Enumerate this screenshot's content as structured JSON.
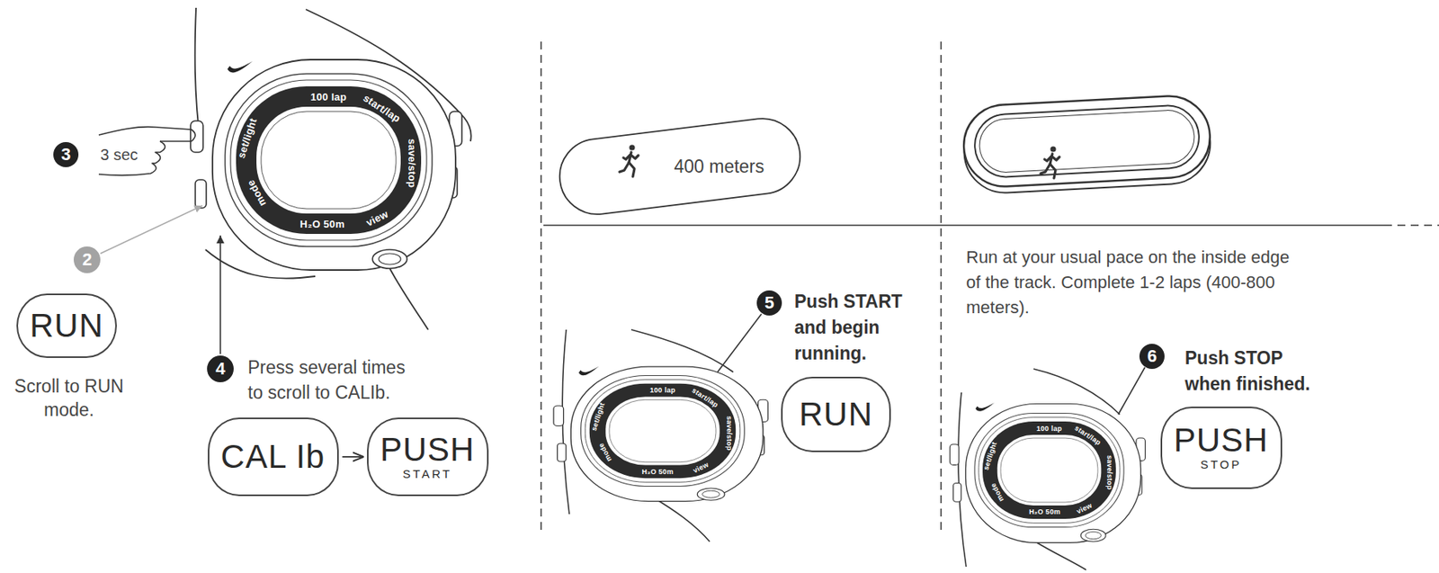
{
  "diagram": {
    "nodes": [
      {
        "text": [
          "3"
        ]
      },
      {
        "text": [
          "2"
        ]
      },
      {
        "text": [
          "RUN"
        ]
      },
      {
        "text": [
          "4"
        ]
      },
      {
        "text": [
          "CAL Ib"
        ]
      },
      {
        "text": [
          "PUSH",
          "START"
        ]
      },
      {
        "text": [
          "400 meters"
        ]
      },
      {
        "text": [
          "5"
        ]
      },
      {
        "text": [
          "RUN"
        ]
      },
      {
        "text": [
          "6"
        ]
      },
      {
        "text": [
          "PUSH",
          "STOP"
        ]
      }
    ],
    "edges": [
      {
        "from": 4,
        "to": 5,
        "arrow": "to"
      }
    ],
    "labels": [
      "3 sec",
      "Scroll to RUN mode.",
      "Press several times to scroll to CALIb.",
      "Push START and begin running.",
      "Run at your usual pace on the inside edge of the track. Complete 1-2 laps (400-800 meters).",
      "Push STOP when finished.",
      "100 lap",
      "start/lap",
      "save/stop",
      "view",
      "H₂O 50m",
      "mode",
      "set/light",
      "100 lap",
      "start/lap",
      "save/stop",
      "view",
      "H₂O 50m",
      "mode",
      "set/light",
      "100 lap",
      "start/lap",
      "save/stop",
      "view",
      "H₂O 50m",
      "mode",
      "set/light"
    ]
  }
}
